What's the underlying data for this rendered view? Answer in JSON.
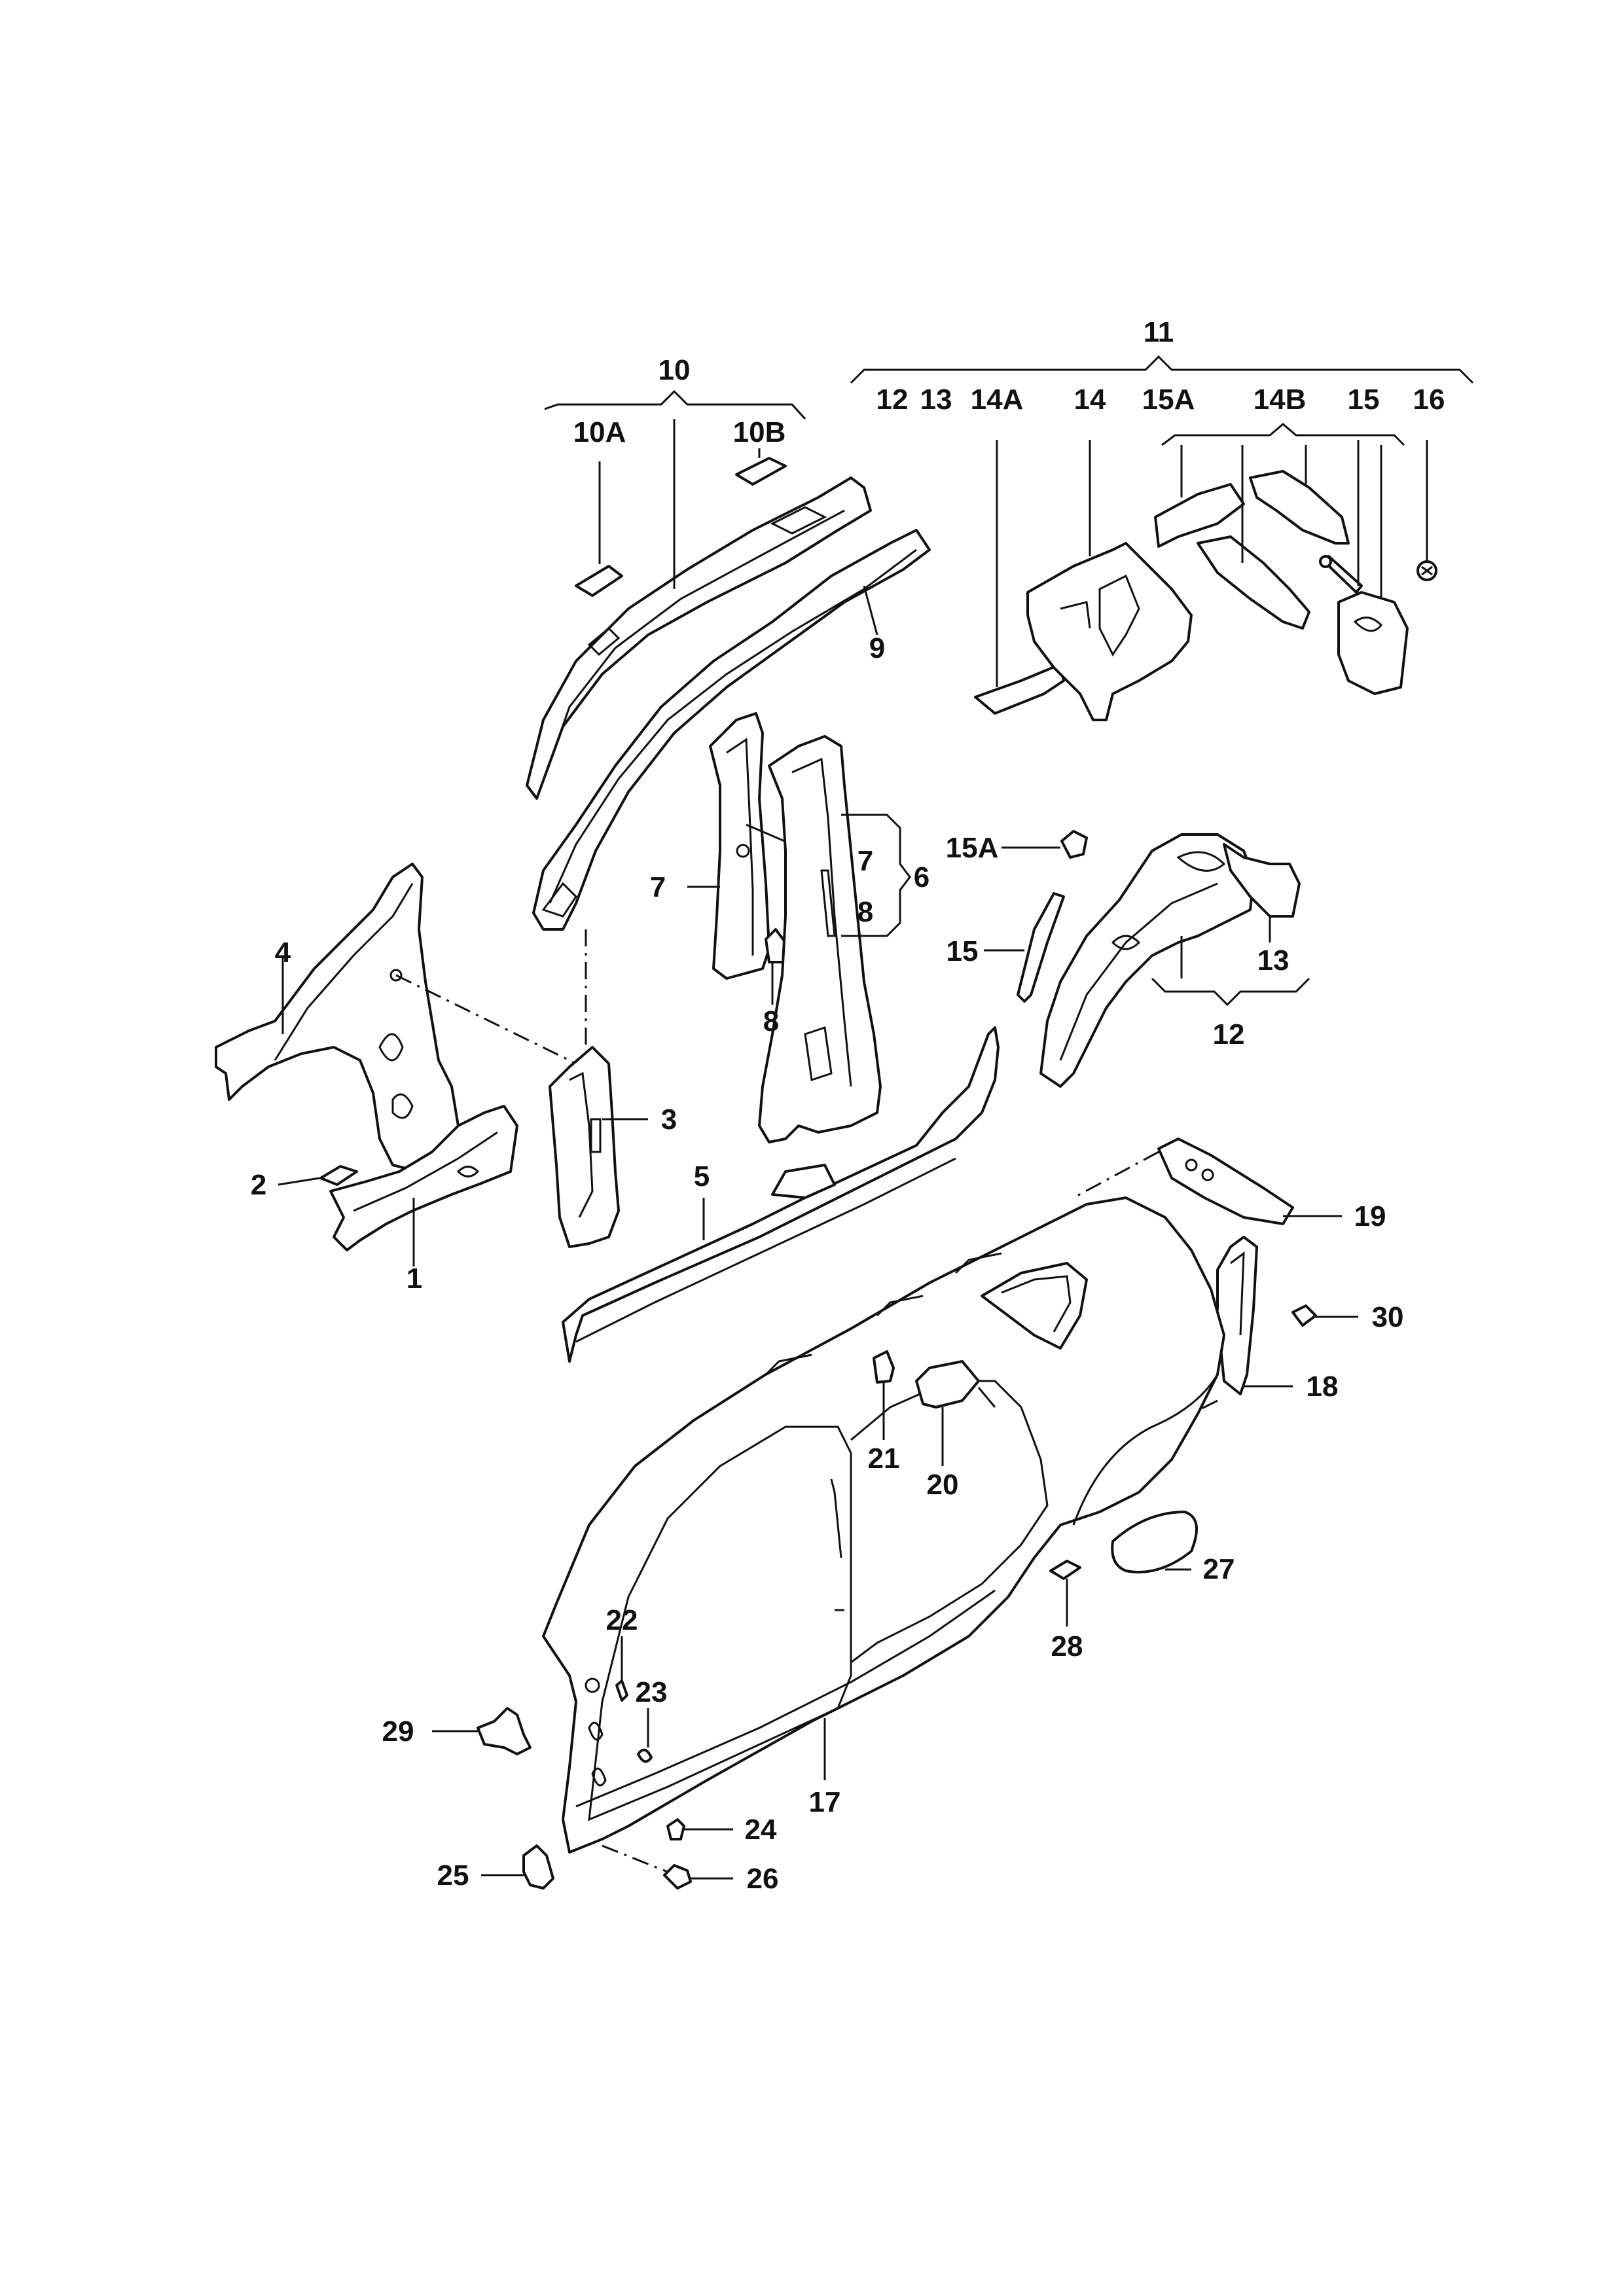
{
  "diagram": {
    "type": "exploded-parts-diagram",
    "callouts": [
      {
        "id": "c1",
        "text": "1"
      },
      {
        "id": "c2",
        "text": "2"
      },
      {
        "id": "c3",
        "text": "3"
      },
      {
        "id": "c4",
        "text": "4"
      },
      {
        "id": "c5",
        "text": "5"
      },
      {
        "id": "c6",
        "text": "6"
      },
      {
        "id": "c7a",
        "text": "7"
      },
      {
        "id": "c7b",
        "text": "7"
      },
      {
        "id": "c8a",
        "text": "8"
      },
      {
        "id": "c8b",
        "text": "8"
      },
      {
        "id": "c9",
        "text": "9"
      },
      {
        "id": "c10",
        "text": "10"
      },
      {
        "id": "c10A",
        "text": "10A"
      },
      {
        "id": "c10B",
        "text": "10B"
      },
      {
        "id": "c11",
        "text": "11"
      },
      {
        "id": "c12a",
        "text": "12"
      },
      {
        "id": "c13a",
        "text": "13"
      },
      {
        "id": "c14A",
        "text": "14A"
      },
      {
        "id": "c14",
        "text": "14"
      },
      {
        "id": "c15Aa",
        "text": "15A"
      },
      {
        "id": "c14B",
        "text": "14B"
      },
      {
        "id": "c15a",
        "text": "15"
      },
      {
        "id": "c16",
        "text": "16"
      },
      {
        "id": "c15Ab",
        "text": "15A"
      },
      {
        "id": "c15b",
        "text": "15"
      },
      {
        "id": "c13b",
        "text": "13"
      },
      {
        "id": "c12b",
        "text": "12"
      },
      {
        "id": "c17",
        "text": "17"
      },
      {
        "id": "c18",
        "text": "18"
      },
      {
        "id": "c19",
        "text": "19"
      },
      {
        "id": "c20",
        "text": "20"
      },
      {
        "id": "c21",
        "text": "21"
      },
      {
        "id": "c22",
        "text": "22"
      },
      {
        "id": "c23",
        "text": "23"
      },
      {
        "id": "c24",
        "text": "24"
      },
      {
        "id": "c25",
        "text": "25"
      },
      {
        "id": "c26",
        "text": "26"
      },
      {
        "id": "c27",
        "text": "27"
      },
      {
        "id": "c28",
        "text": "28"
      },
      {
        "id": "c29",
        "text": "29"
      },
      {
        "id": "c30",
        "text": "30"
      }
    ]
  }
}
